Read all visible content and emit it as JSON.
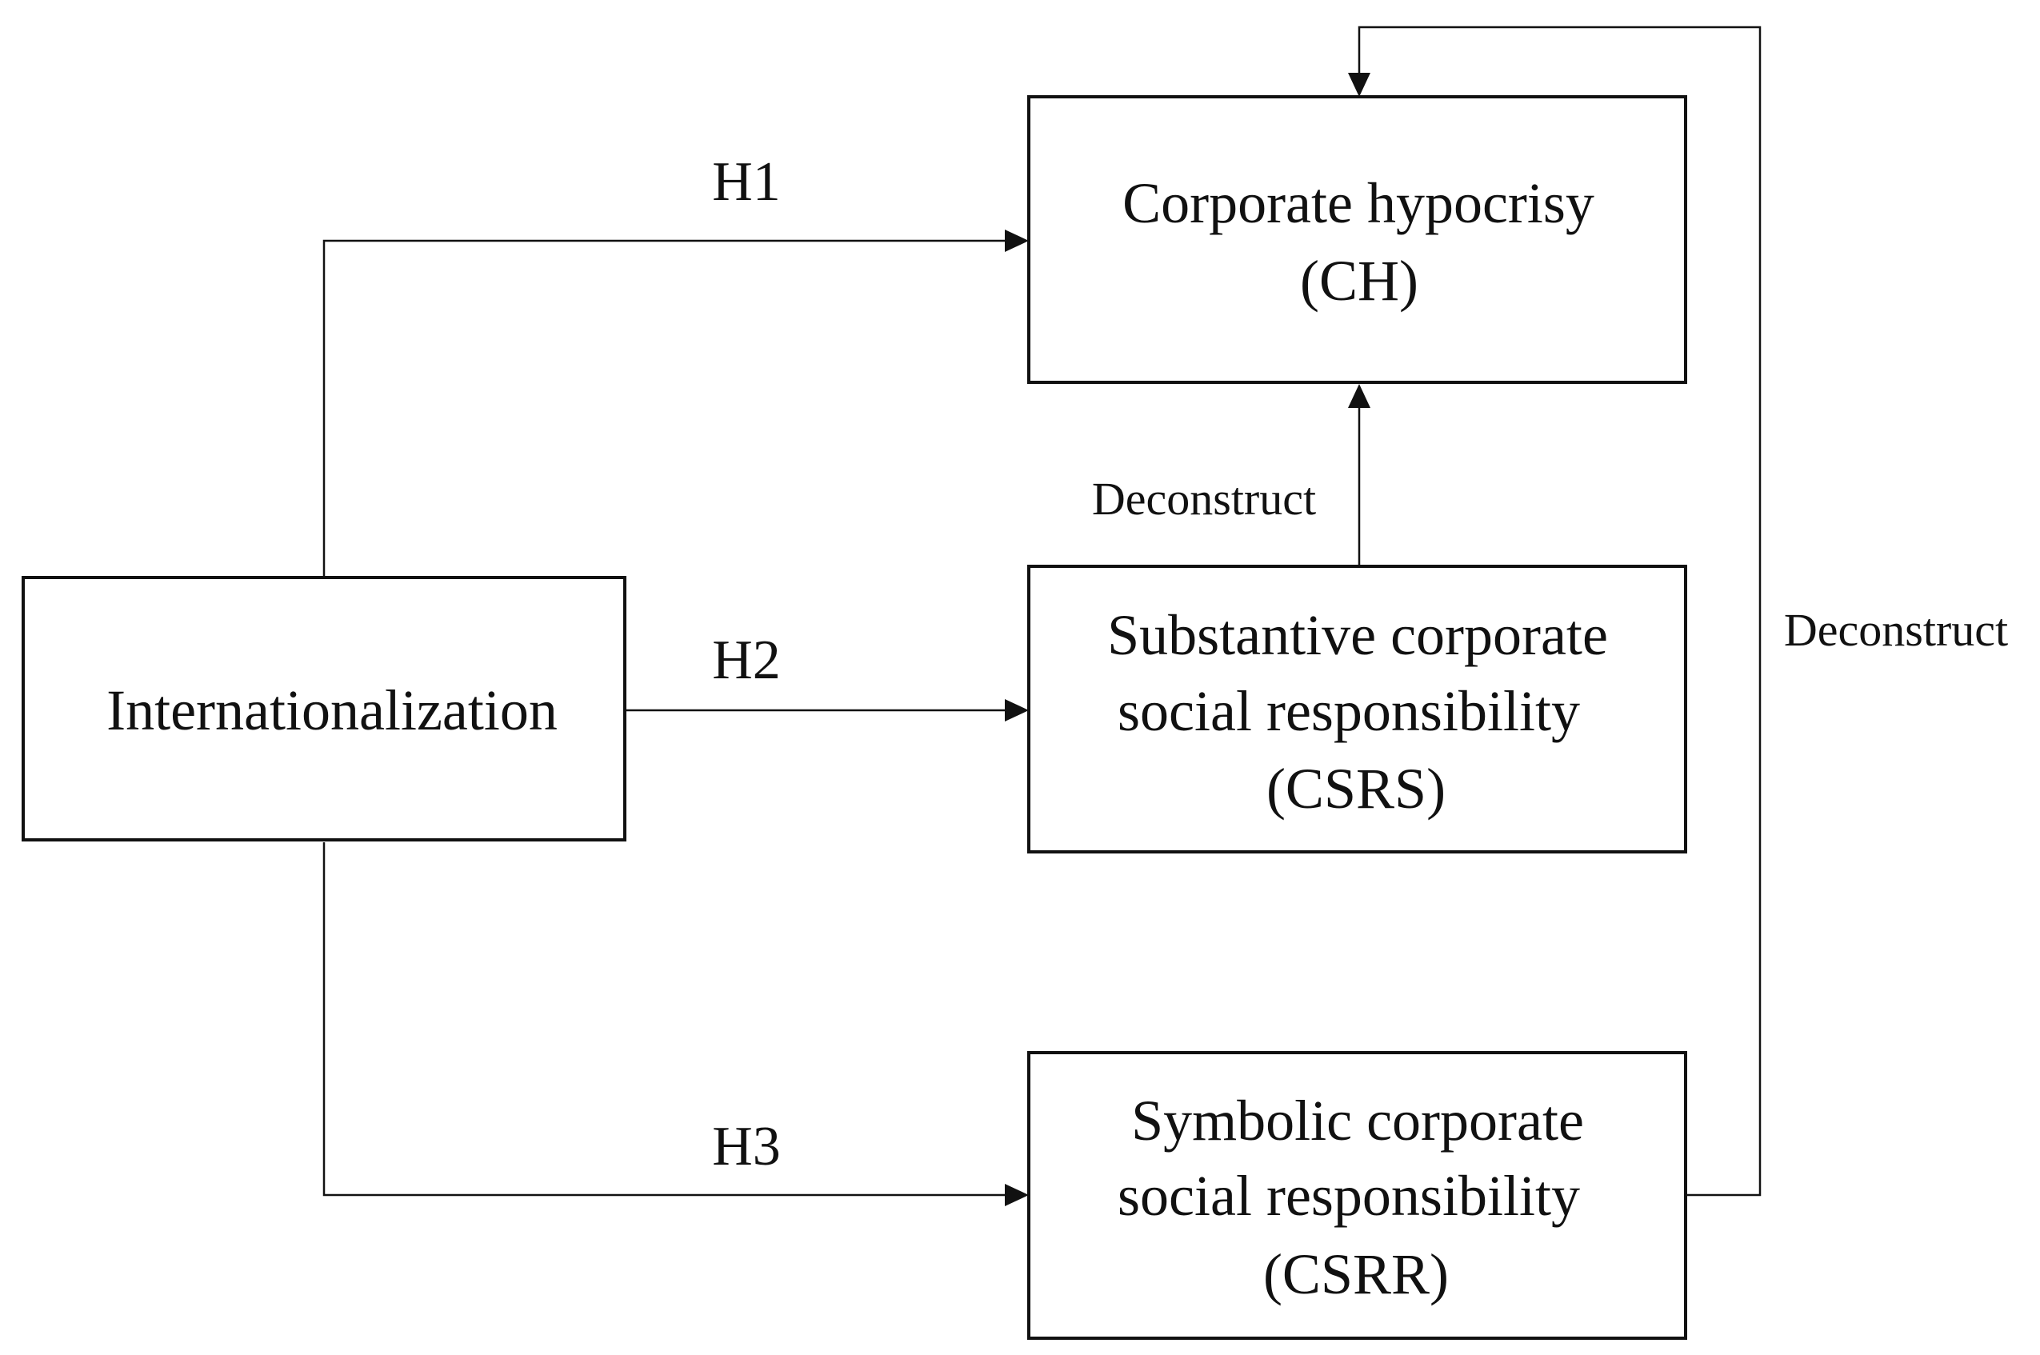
{
  "nodes": {
    "internationalization": {
      "lines": [
        "Internationalization"
      ]
    },
    "corporate_hypocrisy": {
      "lines": [
        "Corporate hypocrisy",
        "(CH)"
      ]
    },
    "substantive_csr": {
      "lines": [
        "Substantive corporate",
        "social responsibility",
        "(CSRS)"
      ]
    },
    "symbolic_csr": {
      "lines": [
        "Symbolic corporate",
        "social responsibility",
        "(CSRR)"
      ]
    }
  },
  "edges": {
    "h1": {
      "label": "H1",
      "from": "Internationalization",
      "to": "Corporate hypocrisy (CH)"
    },
    "h2": {
      "label": "H2",
      "from": "Internationalization",
      "to": "Substantive corporate social responsibility (CSRS)"
    },
    "h3": {
      "label": "H3",
      "from": "Internationalization",
      "to": "Symbolic corporate social responsibility (CSRR)"
    },
    "deconstruct_csrs": {
      "label": "Deconstruct",
      "from": "Substantive corporate social responsibility (CSRS)",
      "to": "Corporate hypocrisy (CH)"
    },
    "deconstruct_csrr": {
      "label": "Deconstruct",
      "from": "Symbolic corporate social responsibility (CSRR)",
      "to": "Corporate hypocrisy (CH)"
    }
  }
}
